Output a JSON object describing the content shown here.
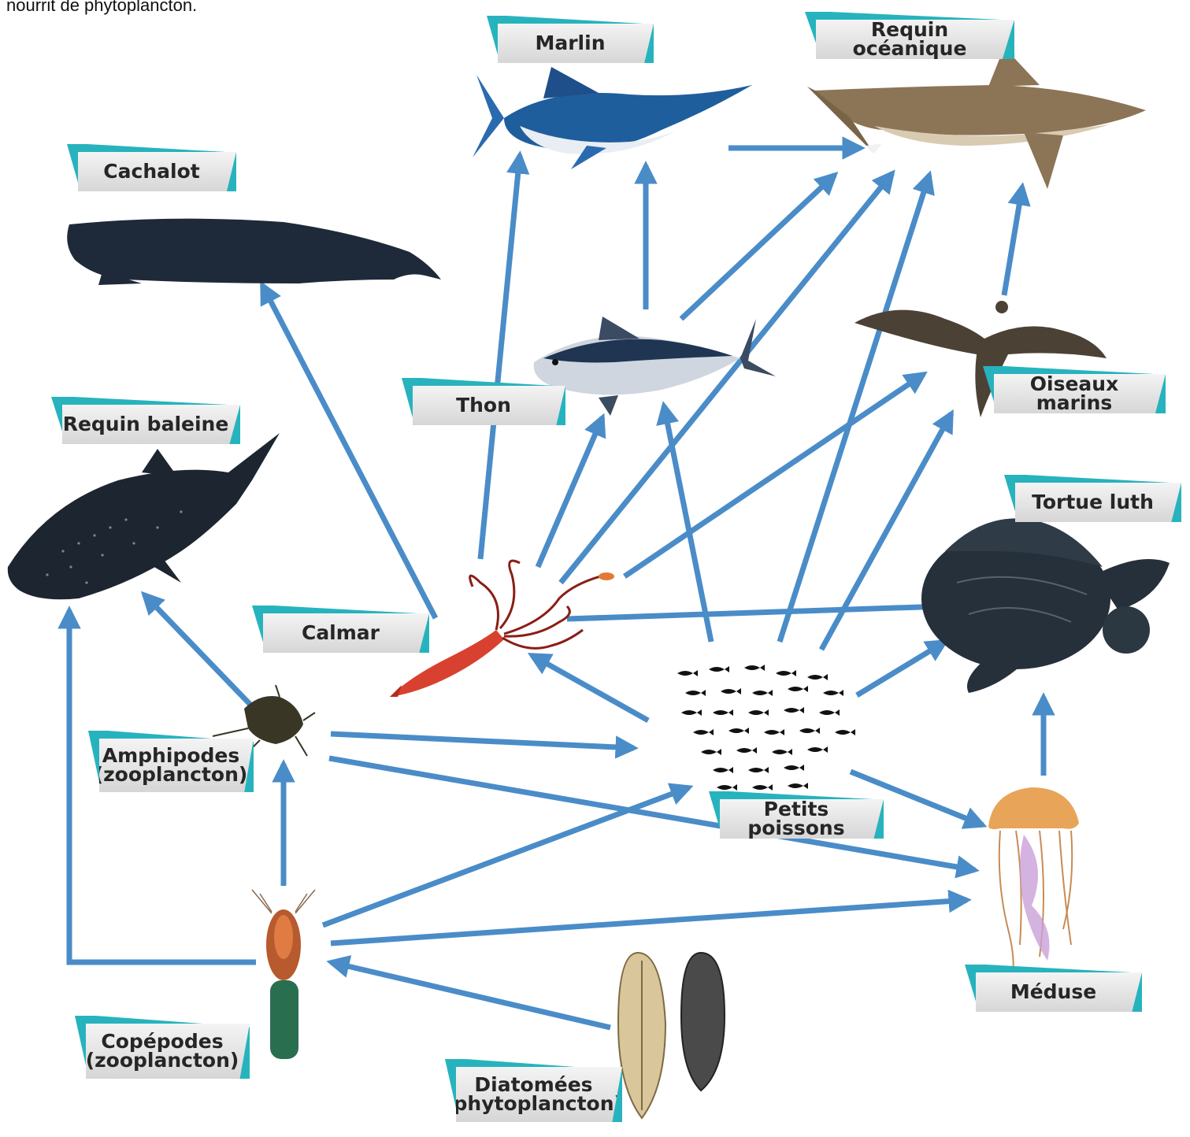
{
  "intro_text": "nourrit de phytoplancton.",
  "colors": {
    "arrow": "#4a8cc8",
    "label_teal": "#27b3bd",
    "label_plate": "#e6e6e6"
  },
  "organisms": [
    {
      "id": "marlin",
      "label": "Marlin",
      "icon": "marlin-icon"
    },
    {
      "id": "requin-oceanique",
      "label": "Requin océanique",
      "icon": "oceanic-shark-icon"
    },
    {
      "id": "cachalot",
      "label": "Cachalot",
      "icon": "sperm-whale-icon"
    },
    {
      "id": "thon",
      "label": "Thon",
      "icon": "tuna-icon"
    },
    {
      "id": "oiseaux-marins",
      "label": "Oiseaux marins",
      "icon": "seabird-icon"
    },
    {
      "id": "requin-baleine",
      "label": "Requin baleine",
      "icon": "whale-shark-icon"
    },
    {
      "id": "tortue-luth",
      "label": "Tortue luth",
      "icon": "leatherback-turtle-icon"
    },
    {
      "id": "calmar",
      "label": "Calmar",
      "icon": "squid-icon"
    },
    {
      "id": "amphipodes",
      "label": "Amphipodes\n(zooplancton)",
      "icon": "amphipod-icon"
    },
    {
      "id": "petits-poissons",
      "label": "Petits poissons",
      "icon": "fish-school-icon"
    },
    {
      "id": "meduse",
      "label": "Méduse",
      "icon": "jellyfish-icon"
    },
    {
      "id": "copepodes",
      "label": "Copépodes\n(zooplancton)",
      "icon": "copepod-icon"
    },
    {
      "id": "diatomees",
      "label": "Diatomées\n(phytoplancton)",
      "icon": "diatom-icon"
    }
  ],
  "links": [
    [
      "diatomees",
      "copepodes"
    ],
    [
      "copepodes",
      "amphipodes"
    ],
    [
      "copepodes",
      "requin-baleine"
    ],
    [
      "copepodes",
      "petits-poissons"
    ],
    [
      "copepodes",
      "meduse"
    ],
    [
      "amphipodes",
      "requin-baleine"
    ],
    [
      "amphipodes",
      "petits-poissons"
    ],
    [
      "amphipodes",
      "meduse"
    ],
    [
      "petits-poissons",
      "calmar"
    ],
    [
      "petits-poissons",
      "thon"
    ],
    [
      "petits-poissons",
      "requin-oceanique"
    ],
    [
      "petits-poissons",
      "oiseaux-marins"
    ],
    [
      "petits-poissons",
      "tortue-luth"
    ],
    [
      "petits-poissons",
      "meduse"
    ],
    [
      "calmar",
      "cachalot"
    ],
    [
      "calmar",
      "marlin"
    ],
    [
      "calmar",
      "thon"
    ],
    [
      "calmar",
      "requin-oceanique"
    ],
    [
      "calmar",
      "oiseaux-marins"
    ],
    [
      "calmar",
      "tortue-luth"
    ],
    [
      "thon",
      "marlin"
    ],
    [
      "thon",
      "requin-oceanique"
    ],
    [
      "marlin",
      "requin-oceanique"
    ],
    [
      "oiseaux-marins",
      "requin-oceanique"
    ],
    [
      "meduse",
      "tortue-luth"
    ]
  ]
}
